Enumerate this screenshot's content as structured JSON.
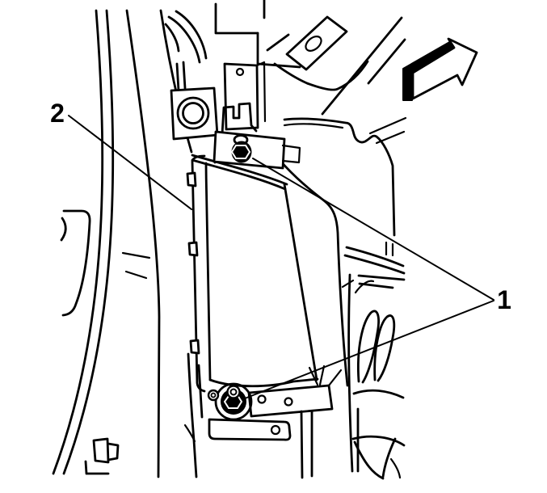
{
  "figure": {
    "kind": "line-art technical illustration",
    "colors": {
      "background": "#ffffff",
      "line": "#000000"
    }
  },
  "callouts": [
    {
      "label": "1"
    },
    {
      "label": "2"
    }
  ],
  "arrow": {
    "icon": "direction-arrow-icon",
    "direction": "up-right"
  }
}
